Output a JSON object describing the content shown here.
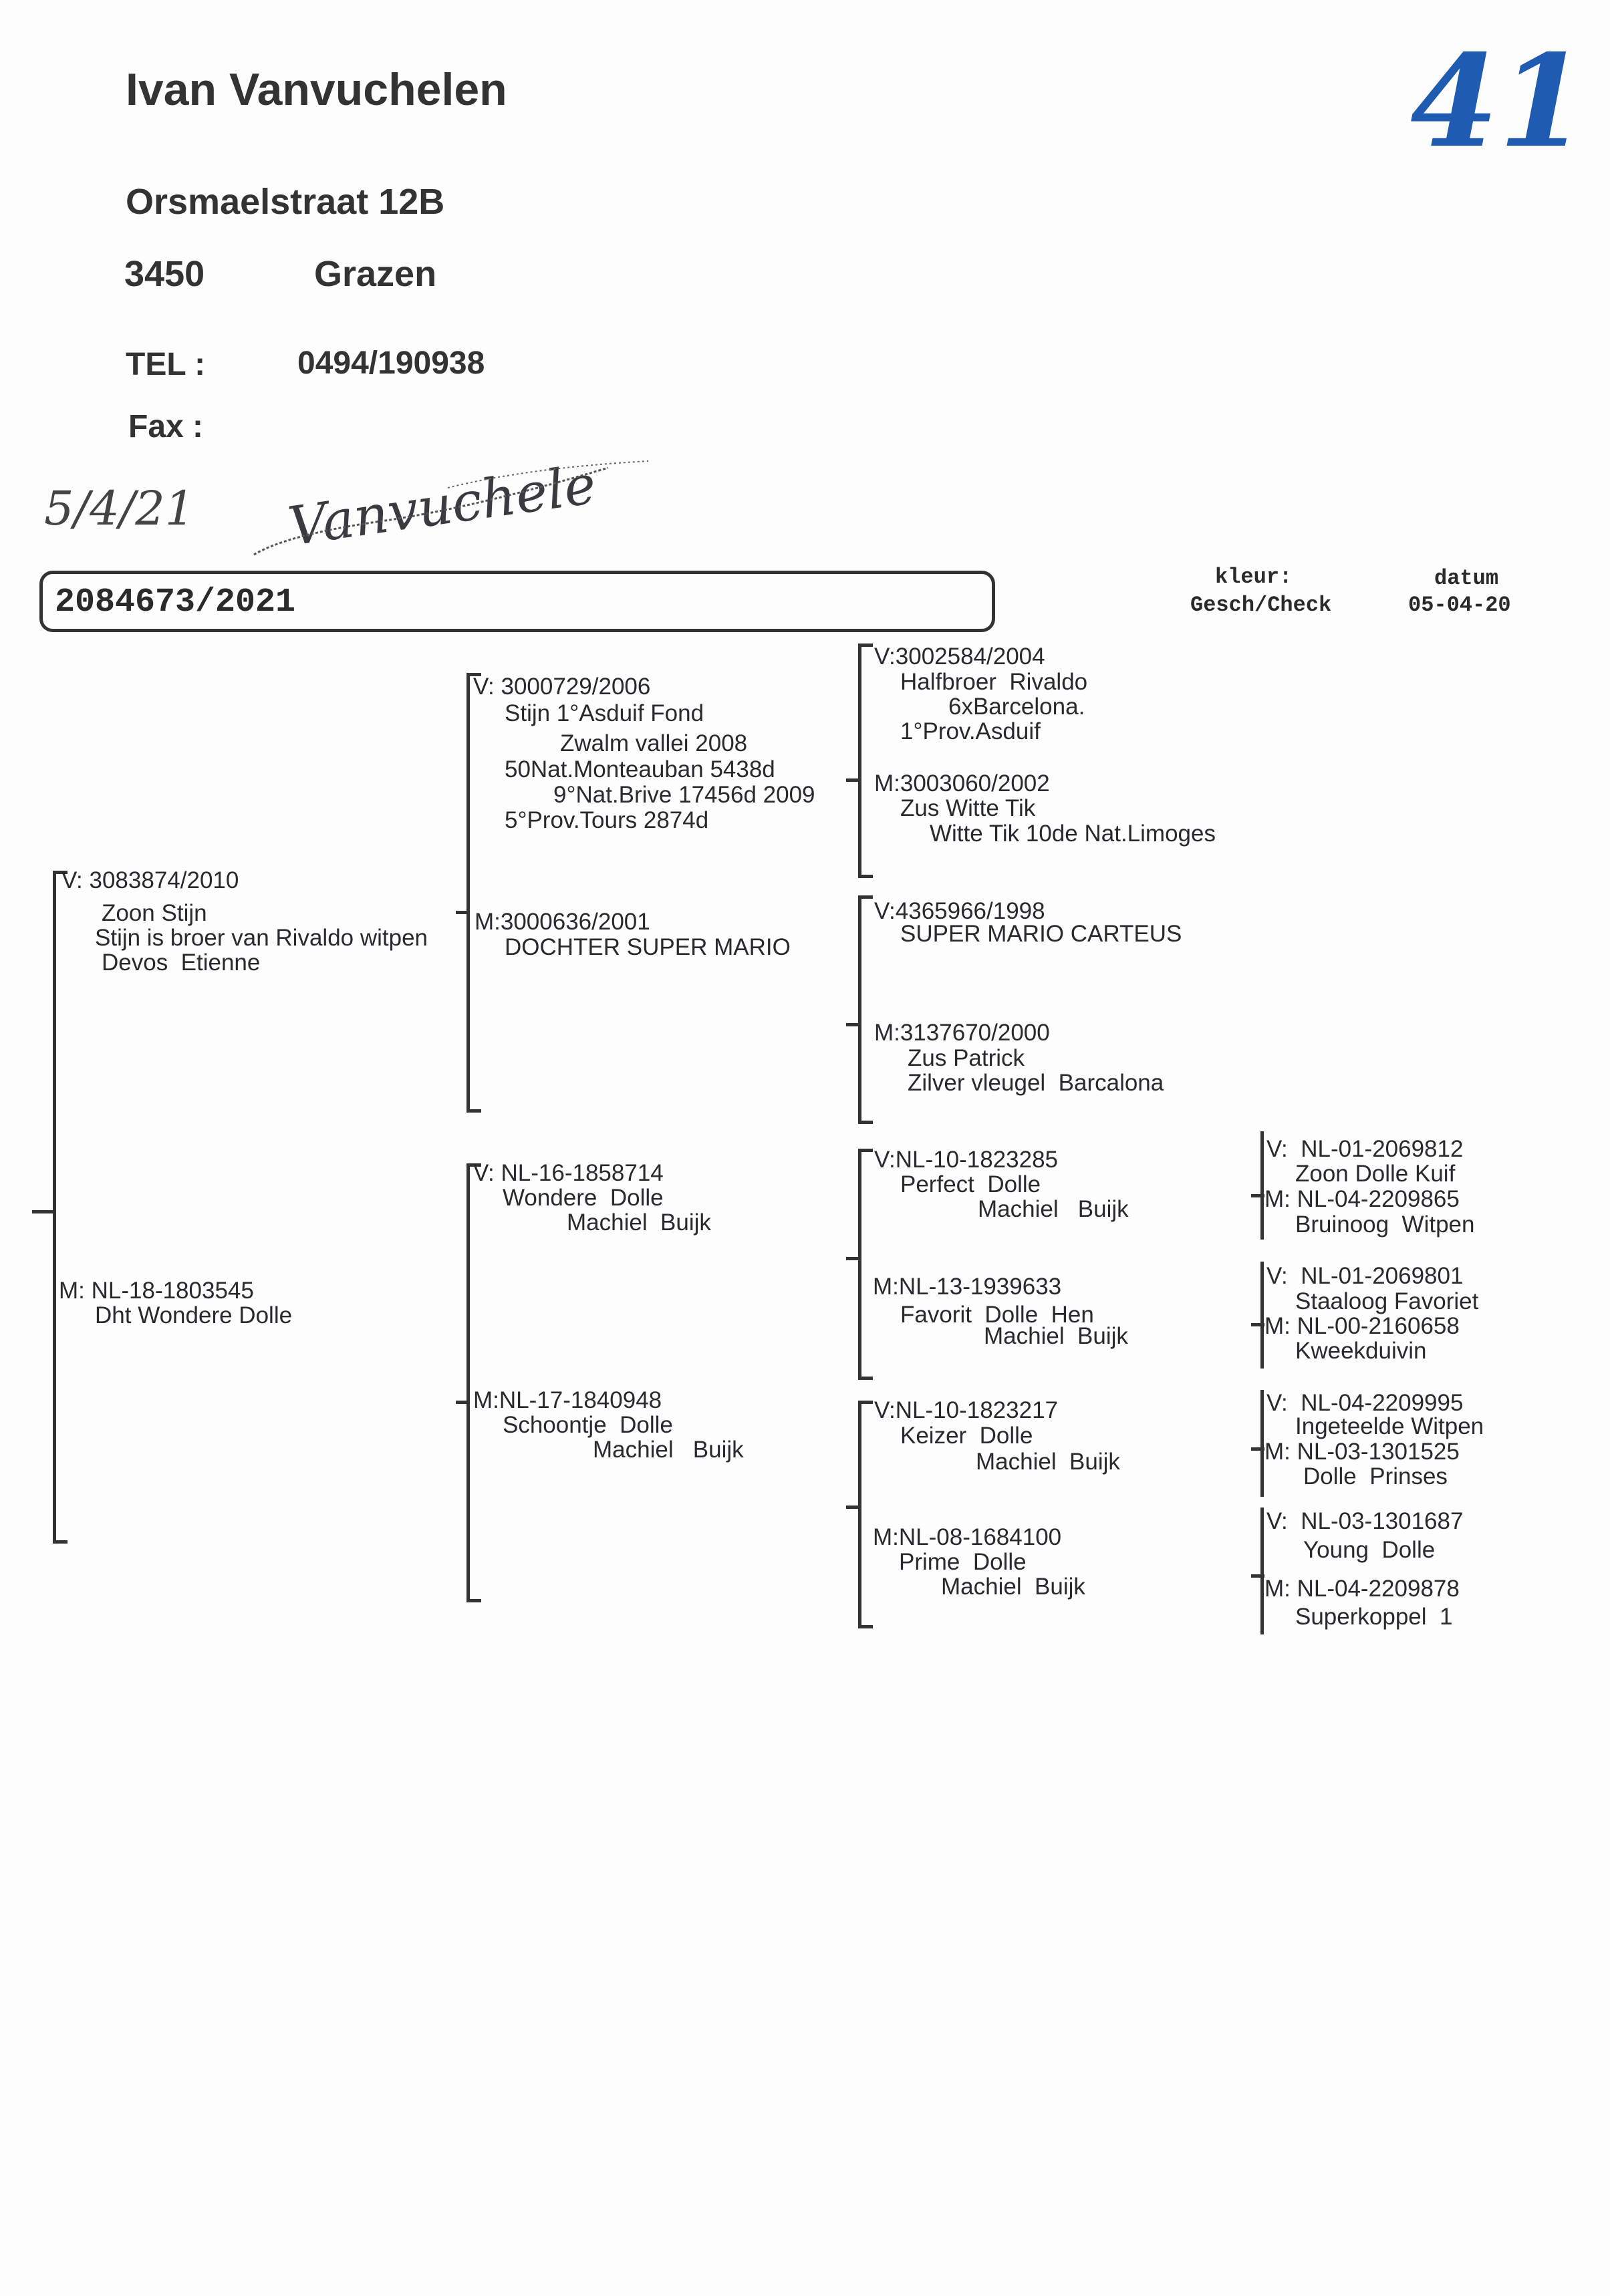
{
  "header": {
    "name": "Ivan Vanvuchelen",
    "street": "Orsmaelstraat 12B",
    "postcode": "3450",
    "city": "Grazen",
    "tel_label": "TEL :",
    "tel": "0494/190938",
    "fax_label": "Fax :",
    "handwritten_date": "5/4/21",
    "handwritten_number": "41",
    "signature": "Vanvuchele"
  },
  "ring": "2084673/2021",
  "kleur_label": "kleur:",
  "kleur": "Gesch/Check",
  "datum_label": "datum",
  "datum": "05-04-20",
  "gen1": {
    "sire": {
      "ring": "V: 3083874/2010",
      "lines": [
        "Zoon Stijn",
        "Stijn is broer van Rivaldo witpen",
        "Devos  Etienne"
      ]
    },
    "dam": {
      "ring": "M: NL-18-1803545",
      "lines": [
        "Dht Wondere Dolle"
      ]
    }
  },
  "gen2": {
    "ss": {
      "ring": "V: 3000729/2006",
      "lines": [
        "Stijn 1°Asduif Fond",
        "Zwalm vallei 2008",
        "50Nat.Monteauban 5438d",
        "9°Nat.Brive 17456d 2009",
        "5°Prov.Tours 2874d"
      ]
    },
    "sd": {
      "ring": "M:3000636/2001",
      "lines": [
        "DOCHTER SUPER MARIO"
      ]
    },
    "ds": {
      "ring": "V: NL-16-1858714",
      "lines": [
        "Wondere  Dolle",
        "Machiel  Buijk"
      ]
    },
    "dd": {
      "ring": "M:NL-17-1840948",
      "lines": [
        "Schoontje  Dolle",
        "Machiel   Buijk"
      ]
    }
  },
  "gen3": {
    "sss": {
      "ring": "V:3002584/2004",
      "lines": [
        "Halfbroer  Rivaldo",
        "6xBarcelona.",
        "1°Prov.Asduif"
      ]
    },
    "ssd": {
      "ring": "M:3003060/2002",
      "lines": [
        "Zus Witte Tik",
        "Witte Tik 10de Nat.Limoges"
      ]
    },
    "sds": {
      "ring": "V:4365966/1998",
      "lines": [
        "SUPER MARIO CARTEUS"
      ]
    },
    "sdd": {
      "ring": "M:3137670/2000",
      "lines": [
        "Zus Patrick",
        "Zilver vleugel  Barcalona"
      ]
    },
    "dss": {
      "ring": "V:NL-10-1823285",
      "lines": [
        "Perfect  Dolle",
        "Machiel   Buijk"
      ]
    },
    "dsd": {
      "ring": "M:NL-13-1939633",
      "lines": [
        "Favorit  Dolle  Hen",
        "Machiel  Buijk"
      ]
    },
    "dds": {
      "ring": "V:NL-10-1823217",
      "lines": [
        "Keizer  Dolle",
        "Machiel  Buijk"
      ]
    },
    "ddd": {
      "ring": "M:NL-08-1684100",
      "lines": [
        "Prime  Dolle",
        "Machiel  Buijk"
      ]
    }
  },
  "gen4": [
    {
      "ring": "V:  NL-01-2069812",
      "name": "Zoon Dolle Kuif"
    },
    {
      "ring": "M: NL-04-2209865",
      "name": "Bruinoog  Witpen"
    },
    {
      "ring": "V:  NL-01-2069801",
      "name": "Staaloog Favoriet"
    },
    {
      "ring": "M: NL-00-2160658",
      "name": "Kweekduivin"
    },
    {
      "ring": "V:  NL-04-2209995",
      "name": "Ingeteelde Witpen"
    },
    {
      "ring": "M: NL-03-1301525",
      "name": "Dolle  Prinses"
    },
    {
      "ring": "V:  NL-03-1301687",
      "name": "Young  Dolle"
    },
    {
      "ring": "M: NL-04-2209878",
      "name": "Superkoppel  1"
    }
  ]
}
